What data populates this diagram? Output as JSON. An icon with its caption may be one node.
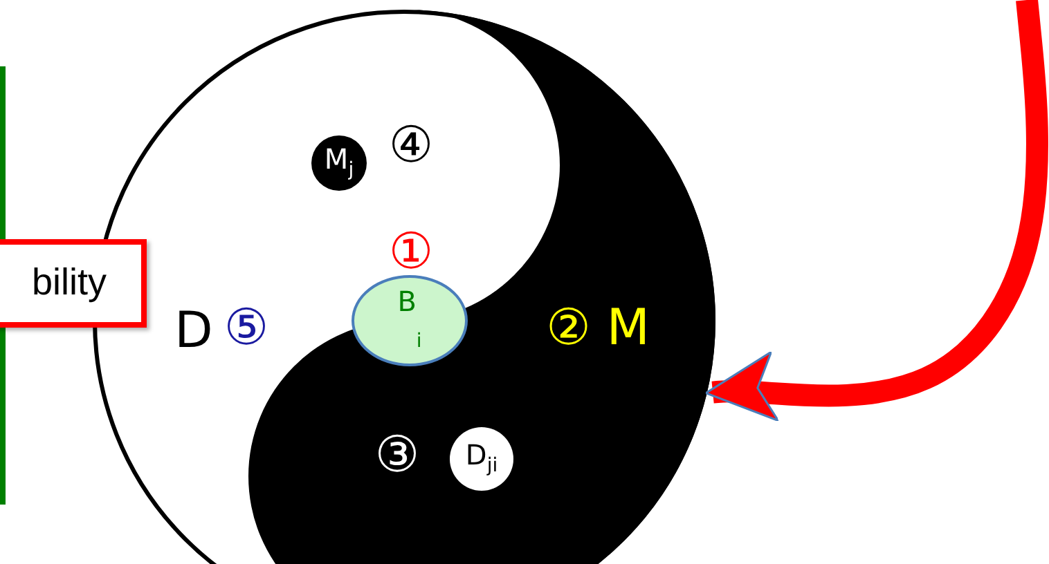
{
  "diagram": {
    "nodes": [
      {
        "text": [
          "bility"
        ]
      },
      {
        "text": [],
        "shape": "picture"
      },
      {
        "text": [
          "M$_{j}$"
        ],
        "in": 1
      },
      {
        "text": [
          "B$_{i}$"
        ],
        "in": 1
      },
      {
        "text": [
          "D$_{ji}$"
        ],
        "in": 1
      }
    ],
    "edges": [
      {
        "from": null,
        "to": 1,
        "arrow": "to",
        "color": "#ff0000"
      }
    ],
    "labels": [
      "④",
      "①",
      "D",
      "⑤",
      "② M",
      "③"
    ]
  }
}
